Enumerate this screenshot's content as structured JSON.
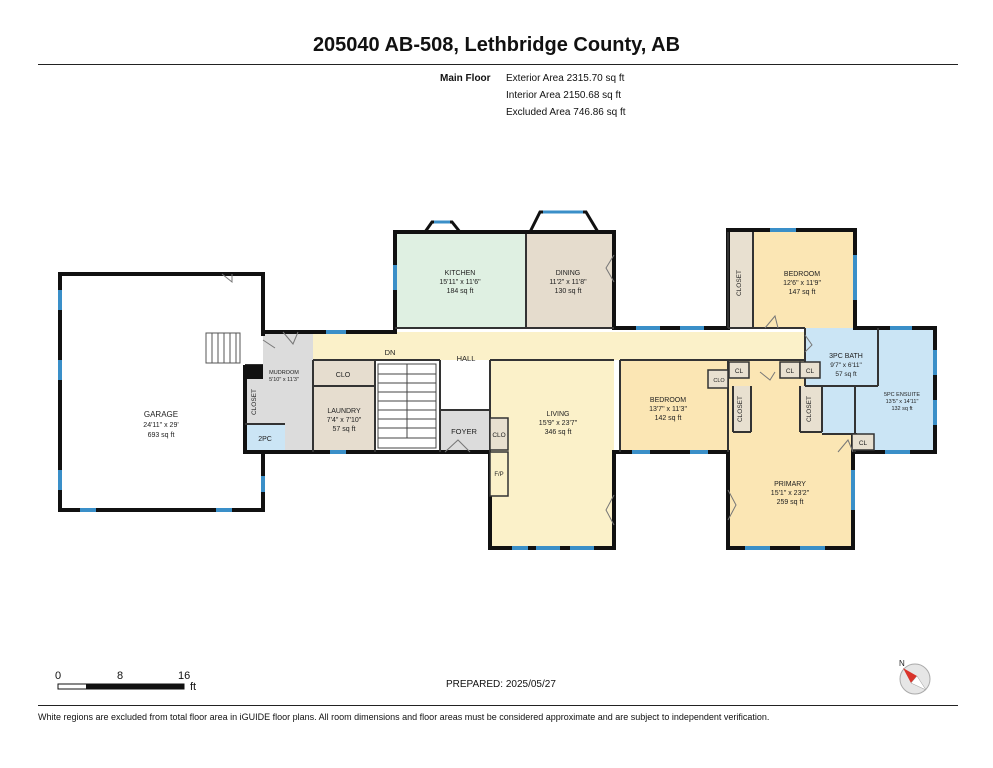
{
  "title": "205040 AB-508, Lethbridge County, AB",
  "floor_label": "Main Floor",
  "areas": {
    "exterior": "Exterior Area 2315.70 sq ft",
    "interior": "Interior Area 2150.68 sq ft",
    "excluded": "Excluded Area 746.86 sq ft"
  },
  "rooms": {
    "garage": {
      "name": "GARAGE",
      "dims": "24'11\" x 29'",
      "area": "693 sq ft"
    },
    "mudroom": {
      "name": "MUDROOM",
      "dims": "5'10\" x 11'3\""
    },
    "closet_mud": {
      "name": "CLOSET"
    },
    "twopc": {
      "name": "2PC"
    },
    "laundry": {
      "name": "LAUNDRY",
      "dims": "7'4\" x 7'10\"",
      "area": "57 sq ft"
    },
    "clo_laundry": {
      "name": "CLO"
    },
    "kitchen": {
      "name": "KITCHEN",
      "dims": "15'11\" x 11'6\"",
      "area": "184 sq ft"
    },
    "dining": {
      "name": "DINING",
      "dims": "11'2\" x 11'8\"",
      "area": "130 sq ft"
    },
    "hall": {
      "name": "HALL"
    },
    "dn": {
      "name": "DN"
    },
    "foyer": {
      "name": "FOYER"
    },
    "clo_foyer": {
      "name": "CLO"
    },
    "fp": {
      "name": "F/P"
    },
    "living": {
      "name": "LIVING",
      "dims": "15'9\" x 23'7\"",
      "area": "346 sq ft"
    },
    "bedroom2": {
      "name": "BEDROOM",
      "dims": "13'7\" x 11'3\"",
      "area": "142 sq ft"
    },
    "clo_bed2": {
      "name": "CLO"
    },
    "bedroom1": {
      "name": "BEDROOM",
      "dims": "12'6\" x 11'9\"",
      "area": "147 sq ft"
    },
    "closet_bed1": {
      "name": "CLOSET"
    },
    "bath3": {
      "name": "3PC BATH",
      "dims": "9'7\" x 6'11\"",
      "area": "57 sq ft"
    },
    "ensuite": {
      "name": "5PC ENSUITE",
      "dims": "13'5\" x 14'11\"",
      "area": "132 sq ft"
    },
    "primary": {
      "name": "PRIMARY",
      "dims": "15'1\" x 23'2\"",
      "area": "259 sq ft"
    },
    "closet_p1": {
      "name": "CLOSET"
    },
    "closet_p2": {
      "name": "CLOSET"
    },
    "cl_a": {
      "name": "CL"
    },
    "cl_b": {
      "name": "CL"
    },
    "cl_c": {
      "name": "CL"
    },
    "cl_d": {
      "name": "CL"
    }
  },
  "scale": {
    "t0": "0",
    "t1": "8",
    "t2": "16",
    "unit": "ft"
  },
  "compass": {
    "label": "N"
  },
  "prepared": "PREPARED: 2025/05/27",
  "disclaimer": "White regions are excluded from total floor area in iGUIDE floor plans. All room dimensions and floor areas must be considered approximate and are subject to independent verification.",
  "colors": {
    "wall": "#111111",
    "window": "#3a8fc8",
    "kitchen": "#dff0e2",
    "dining": "#e5dccd",
    "bedroom": "#fbe6b4",
    "living": "#fbf1c9",
    "bath": "#cbe5f5",
    "service": "#e6ddcf",
    "closet": "#e8e0d0",
    "grey": "#dcdcdc",
    "compass_needle": "#d9342b"
  }
}
